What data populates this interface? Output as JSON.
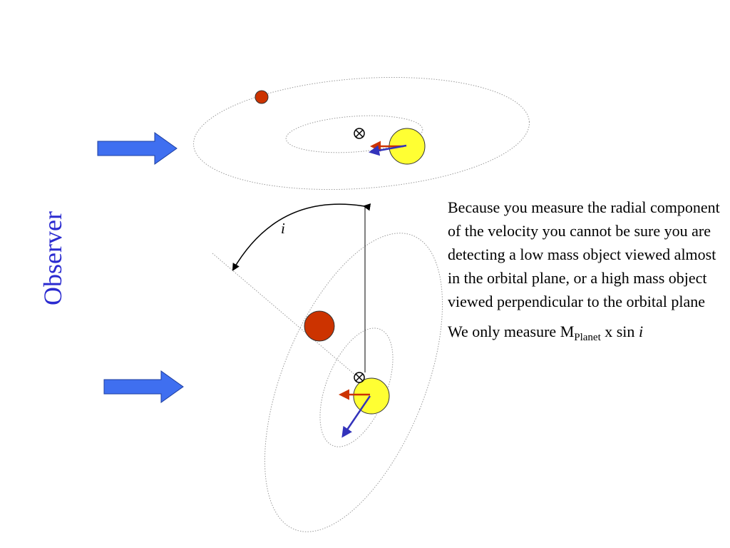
{
  "observer_label": "Observer",
  "inclination_symbol": "i",
  "explanation": "Because you measure the radial component of the velocity you cannot be sure you are detecting a low mass object viewed almost in the orbital plane, or a high mass object viewed perpendicular to the orbital plane",
  "formula": {
    "prefix": "We only measure ",
    "mass_symbol": "M",
    "mass_subscript": "Planet",
    "times_sin": " x sin ",
    "angle": "i"
  },
  "colors": {
    "observer_arrow": "#3f6ff0",
    "planet": "#cc3300",
    "star": "#ffff33",
    "radial_velocity": "#cc3300",
    "orbital_velocity": "#3333bb",
    "observer_text": "#2b2bd0"
  },
  "icons": {
    "barycenter": "circle-times-icon"
  }
}
